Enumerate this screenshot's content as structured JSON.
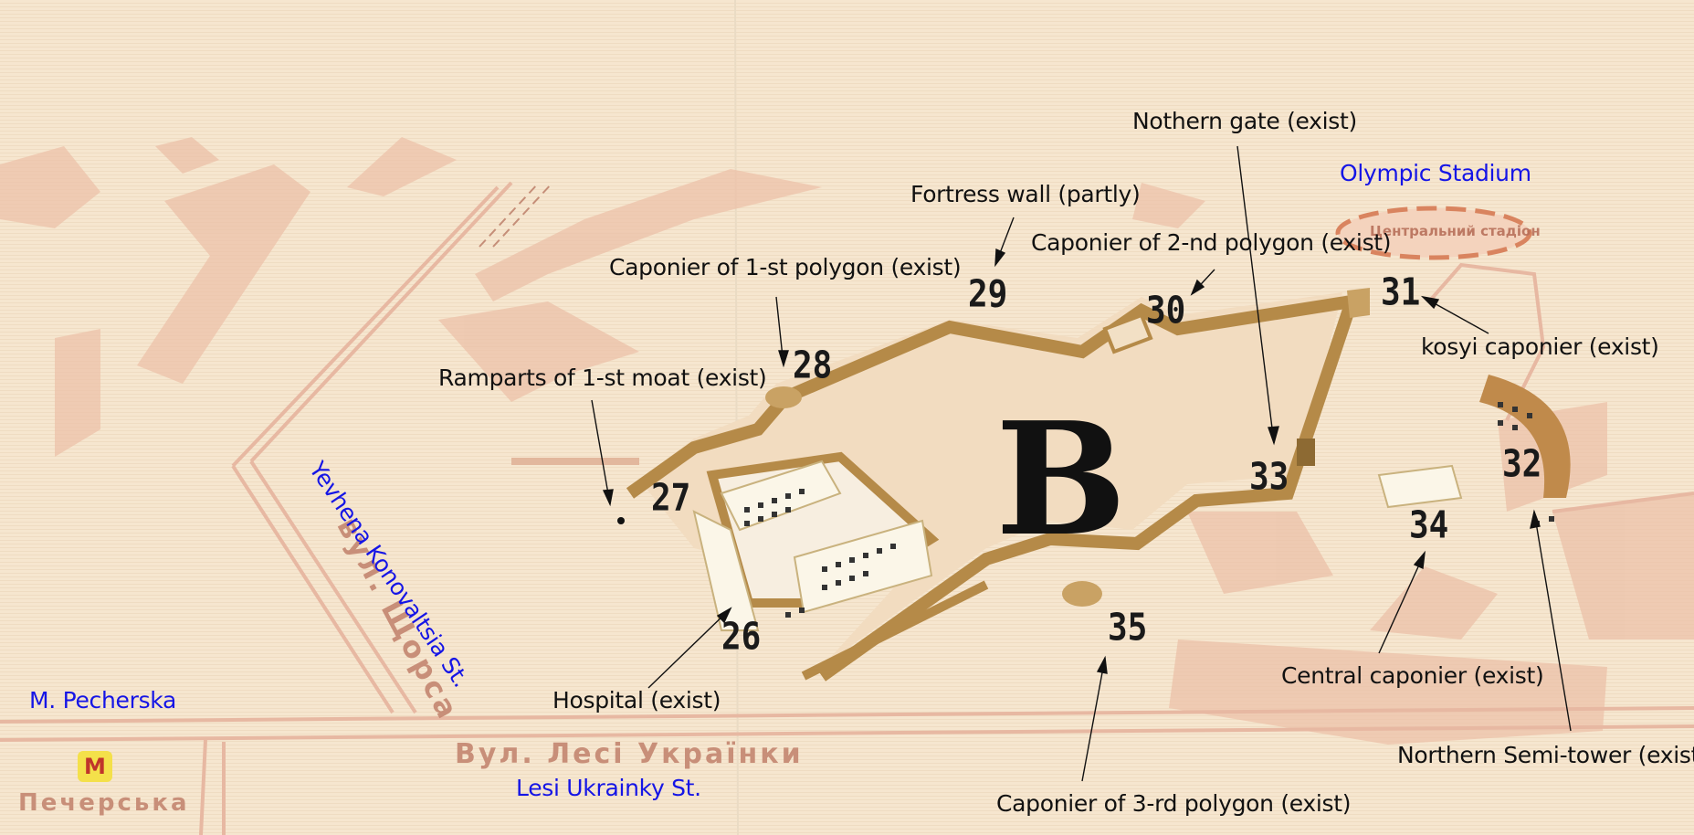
{
  "labels": {
    "nothern_gate": "Nothern gate (exist)",
    "olympic_stadium": "Olympic Stadium",
    "fortress_wall": "Fortress wall (partly)",
    "caponier_2": "Caponier of 2-nd polygon (exist)",
    "caponier_1": "Caponier of 1-st polygon (exist)",
    "kosyi": "kosyi caponier (exist)",
    "ramparts": "Ramparts of 1-st moat (exist)",
    "konovaltsia": "Yevhena Konovaltsia St.",
    "pecherska": "M. Pecherska",
    "hospital": "Hospital (exist)",
    "central": "Central caponier (exist)",
    "northern_semi": "Northern Semi-tower (exist)",
    "lesi": "Lesi Ukrainky St.",
    "caponier_3": "Caponier of 3-rd polygon (exist)"
  },
  "numbers": {
    "n26": "26",
    "n27": "27",
    "n28": "28",
    "n29": "29",
    "n30": "30",
    "n31": "31",
    "n32": "32",
    "n33": "33",
    "n34": "34",
    "n35": "35"
  },
  "map_text": {
    "fortress_letter": "B",
    "street_shorsa": "вул. Щорса",
    "street_lesi_ukr": "Вул. Лесі Українки",
    "metro_ukr": "Печерська",
    "metro_letter": "М",
    "stadium_ukr": "Центральний стадіон"
  },
  "colors": {
    "background": "#f6e6cf",
    "road": "#e7b8a2",
    "wall": "#b58a48",
    "accent_blue": "#1515e6"
  }
}
